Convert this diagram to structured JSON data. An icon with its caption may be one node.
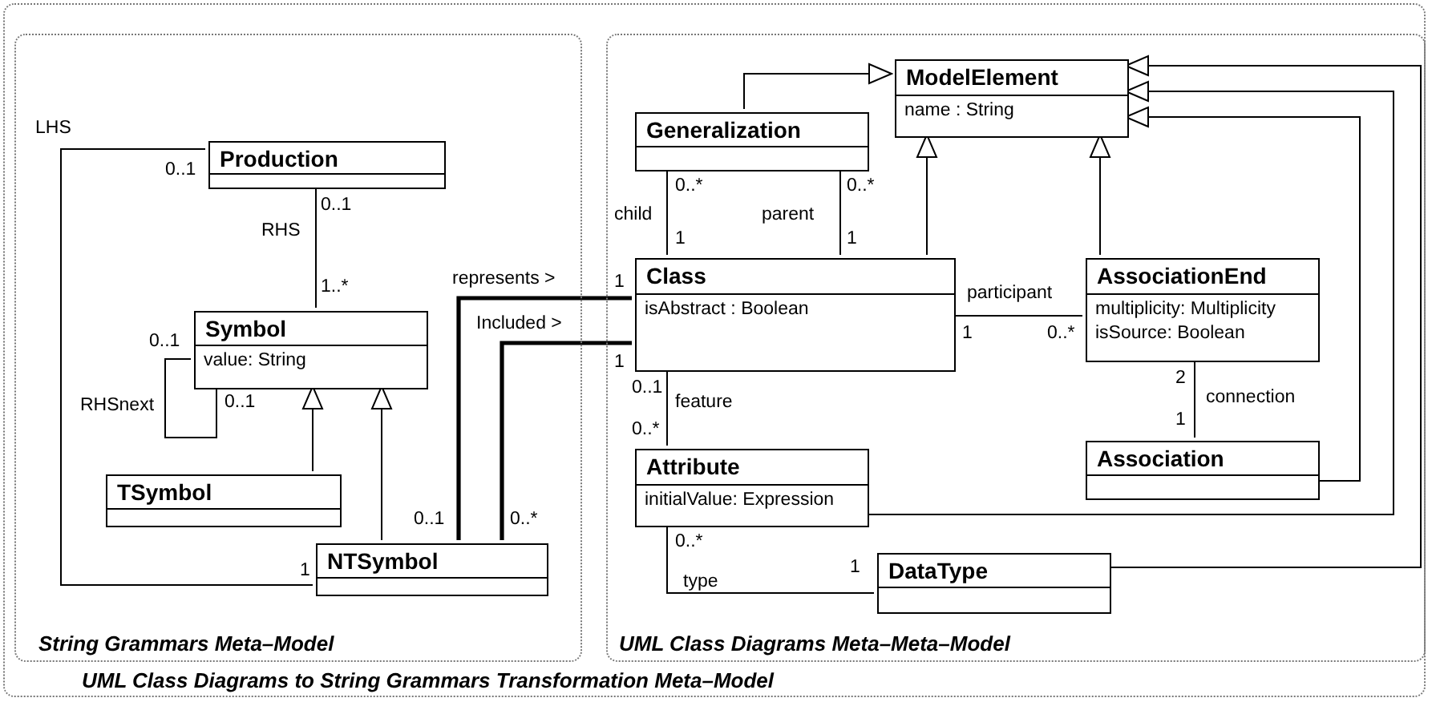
{
  "diagram": {
    "nodes": [
      {
        "text": [
          "UML Class Diagrams to String Grammars Transformation Meta–Model"
        ]
      },
      {
        "text": [
          "String Grammars Meta–Model"
        ],
        "in": 0
      },
      {
        "text": [
          "UML Class Diagrams Meta–Meta–Model"
        ],
        "in": 0
      },
      {
        "text": [
          "Production"
        ],
        "in": 1
      },
      {
        "text": [
          "Symbol",
          "value: String"
        ],
        "in": 1
      },
      {
        "text": [
          "TSymbol"
        ],
        "in": 1
      },
      {
        "text": [
          "NTSymbol"
        ],
        "in": 1
      },
      {
        "text": [
          "ModelElement",
          "name : String"
        ],
        "in": 2
      },
      {
        "text": [
          "Generalization"
        ],
        "in": 2
      },
      {
        "text": [
          "Class",
          "isAbstract : Boolean"
        ],
        "in": 2
      },
      {
        "text": [
          "AssociationEnd",
          "multiplicity: Multiplicity",
          "isSource: Boolean"
        ],
        "in": 2
      },
      {
        "text": [
          "Attribute",
          "initialValue: Expression"
        ],
        "in": 2
      },
      {
        "text": [
          "Association"
        ],
        "in": 2
      },
      {
        "text": [
          "DataType"
        ],
        "in": 2
      }
    ],
    "edges": [
      {
        "from": 3,
        "to": 6,
        "arrow": "none",
        "label": "LHS"
      },
      {
        "from": 3,
        "to": 4,
        "arrow": "none",
        "label": "RHS"
      },
      {
        "from": 4,
        "to": 4,
        "arrow": "none",
        "label": "RHSnext"
      },
      {
        "from": 5,
        "to": 4,
        "arrow": "to"
      },
      {
        "from": 6,
        "to": 4,
        "arrow": "to"
      },
      {
        "from": 6,
        "to": 9,
        "arrow": "none",
        "label": "represents >",
        "style": "thick"
      },
      {
        "from": 6,
        "to": 9,
        "arrow": "none",
        "label": "Included >",
        "style": "thick"
      },
      {
        "from": 8,
        "to": 7,
        "arrow": "to"
      },
      {
        "from": 9,
        "to": 7,
        "arrow": "to"
      },
      {
        "from": 10,
        "to": 7,
        "arrow": "to"
      },
      {
        "from": 8,
        "to": 9,
        "arrow": "none",
        "label": "child"
      },
      {
        "from": 8,
        "to": 9,
        "arrow": "none",
        "label": "parent"
      },
      {
        "from": 9,
        "to": 10,
        "arrow": "none",
        "label": "participant"
      },
      {
        "from": 9,
        "to": 11,
        "arrow": "none",
        "label": "feature"
      },
      {
        "from": 10,
        "to": 12,
        "arrow": "none",
        "label": "connection"
      },
      {
        "from": 11,
        "to": 13,
        "arrow": "none",
        "label": "type"
      },
      {
        "from": 12,
        "to": 7,
        "arrow": "to"
      },
      {
        "from": 11,
        "to": 7,
        "arrow": "to"
      },
      {
        "from": 13,
        "to": 7,
        "arrow": "to"
      }
    ],
    "labels": [
      "0..1",
      "0..1",
      "1..*",
      "0..1",
      "0..1",
      "0..1",
      "0..*",
      "1",
      "1",
      "1",
      "0..*",
      "1",
      "0..*",
      "1",
      "1",
      "0..*",
      "0..1",
      "0..*",
      "2",
      "1",
      "0..*",
      "1"
    ]
  }
}
